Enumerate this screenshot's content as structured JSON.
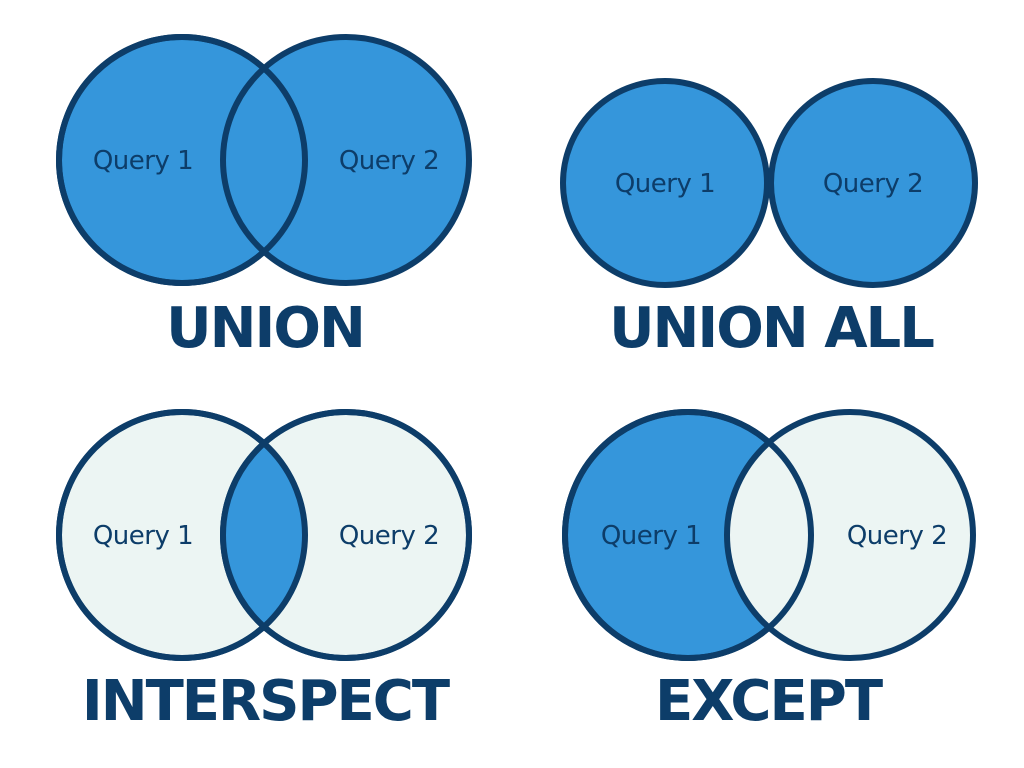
{
  "colors": {
    "outline": "#0d3d69",
    "filled": "#3596db",
    "empty": "#ecf5f3",
    "text": "#0d3d69",
    "background": "#ffffff"
  },
  "diagrams": {
    "union": {
      "title": "UNION",
      "left_label": "Query 1",
      "right_label": "Query 2",
      "left_filled": true,
      "right_filled": true,
      "overlap_filled": true
    },
    "union_all": {
      "title": "UNION ALL",
      "left_label": "Query 1",
      "right_label": "Query 2",
      "left_filled": true,
      "right_filled": true
    },
    "intersect": {
      "title": "INTERSPECT",
      "left_label": "Query 1",
      "right_label": "Query 2",
      "left_filled": false,
      "right_filled": false,
      "overlap_filled": true
    },
    "except": {
      "title": "EXCEPT",
      "left_label": "Query 1",
      "right_label": "Query 2",
      "left_filled": true,
      "right_filled": false,
      "overlap_filled": false
    }
  }
}
